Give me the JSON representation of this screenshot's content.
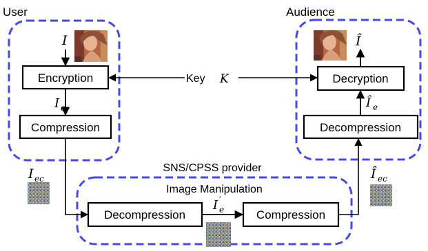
{
  "groups": {
    "user": "User",
    "audience": "Audience",
    "provider": "SNS/CPSS provider",
    "manipulation": "Image Manipulation"
  },
  "blocks": {
    "encryption": "Encryption",
    "compression_user": "Compression",
    "decryption": "Decryption",
    "decompression_audience": "Decompression",
    "decompression_provider": "Decompression",
    "compression_provider": "Compression"
  },
  "key": {
    "label": "Key",
    "symbol": "K"
  },
  "symbols": {
    "input": "I",
    "output": "Î",
    "encrypted_base": "I",
    "encrypted_sub": "e",
    "encrypted_hat_base": "Î",
    "encrypted_hat_sub": "e",
    "compressed_base": "I",
    "compressed_sub": "ec",
    "compressed_hat_base": "Î",
    "compressed_hat_sub": "ec",
    "manip_base": "I",
    "manip_prime": "′",
    "manip_sub": "e"
  },
  "colors": {
    "group_border": "#4848e6",
    "block_border": "#000000",
    "arrow": "#000000"
  }
}
